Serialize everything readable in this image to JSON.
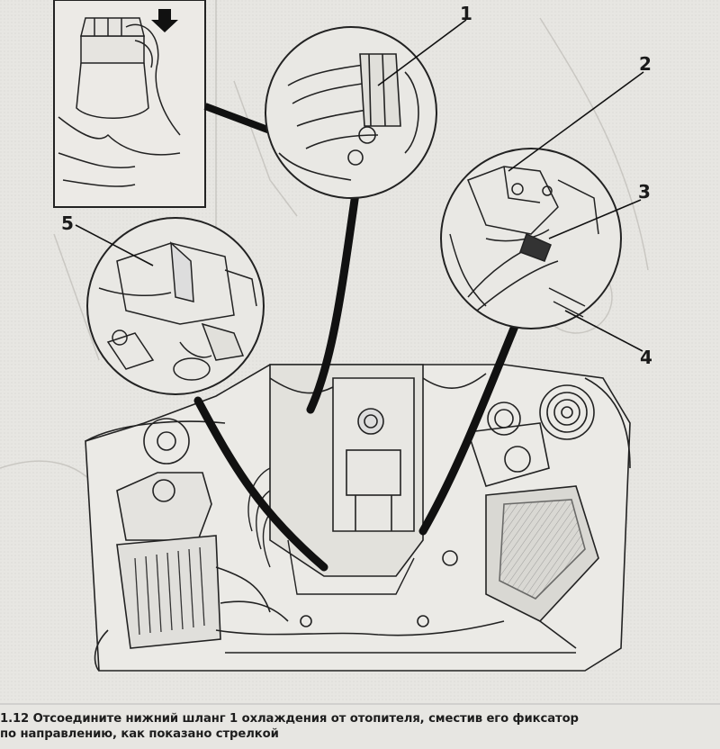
{
  "callouts": [
    "1",
    "2",
    "3",
    "4",
    "5"
  ],
  "caption": {
    "line1": "1.12 Отсоедините нижний шланг 1 охлаждения от отопителя, сместив его фиксатор",
    "line2": "по направлению, как показано стрелкой"
  }
}
